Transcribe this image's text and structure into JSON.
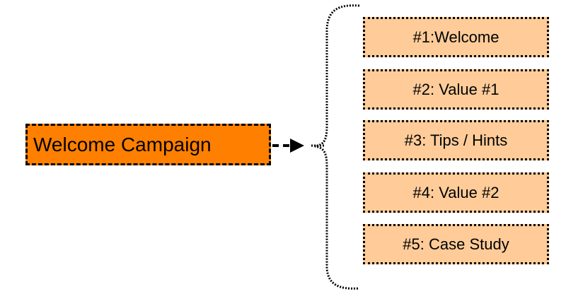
{
  "campaign": {
    "label": "Welcome Campaign"
  },
  "steps": [
    {
      "label": "#1:Welcome"
    },
    {
      "label": "#2: Value #1"
    },
    {
      "label": "#3: Tips / Hints"
    },
    {
      "label": "#4: Value #2"
    },
    {
      "label": "#5: Case Study"
    }
  ],
  "colors": {
    "campaign_fill": "#ff8000",
    "step_fill": "#ffcc99",
    "stroke": "#000000"
  }
}
